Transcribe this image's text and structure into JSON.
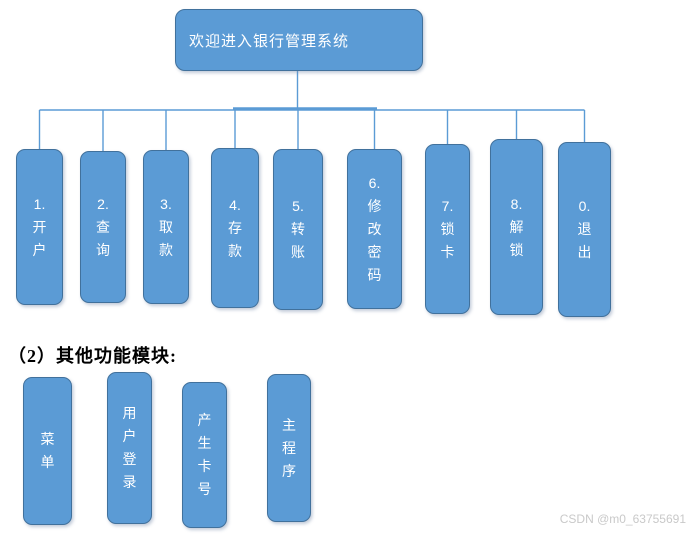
{
  "diagram": {
    "title_box": {
      "label": "欢迎进入银行管理系统"
    },
    "level1_modules": [
      {
        "label": "1.\n开\n户"
      },
      {
        "label": "2.\n查\n询"
      },
      {
        "label": "3.\n取\n款"
      },
      {
        "label": "4.\n存\n款"
      },
      {
        "label": "5.\n转\n账"
      },
      {
        "label": "6.\n修\n改\n密\n码"
      },
      {
        "label": "7.\n锁\n卡"
      },
      {
        "label": "8.\n解\n锁"
      },
      {
        "label": "0.\n退\n出"
      }
    ],
    "section_heading": "（2）其他功能模块:",
    "other_modules": [
      {
        "label": "菜\n单"
      },
      {
        "label": "用\n户\n登\n录"
      },
      {
        "label": "产\n生\n卡\n号"
      },
      {
        "label": "主\n程\n序"
      }
    ]
  },
  "watermark": {
    "text": "CSDN @m0_63755691"
  },
  "colors": {
    "box_fill": "#5b9bd5",
    "box_border": "#41719c",
    "connector": "#5b9bd5",
    "heading": "#000000",
    "watermark": "#c9c9c9",
    "page_bg": "#ffffff"
  }
}
